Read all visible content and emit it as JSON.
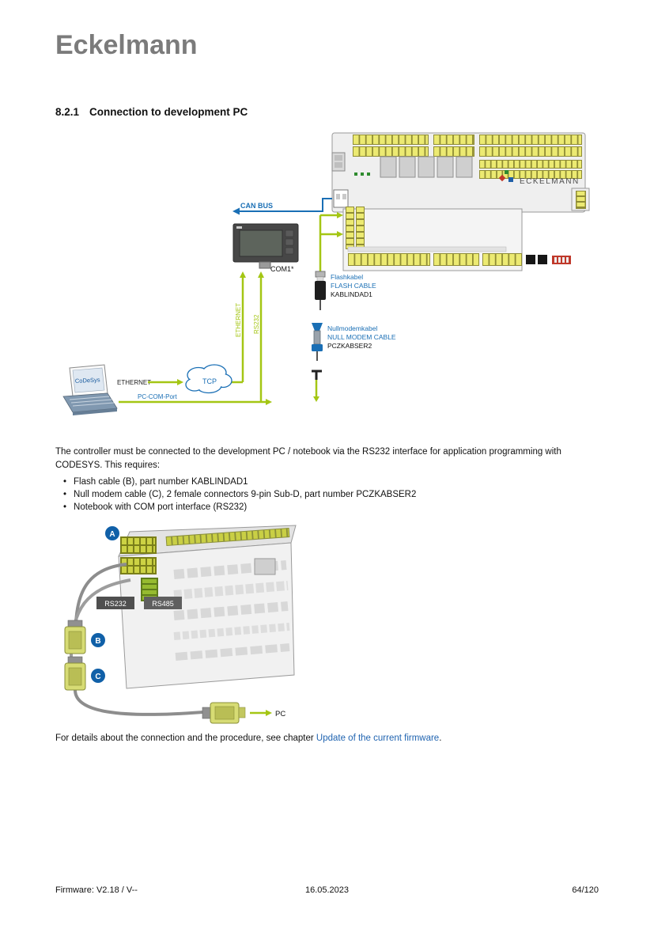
{
  "header": {
    "logo": "Eckelmann"
  },
  "section": {
    "number": "8.2.1",
    "title": "Connection to development PC"
  },
  "diagram1": {
    "board_brand": "ECKELMANN",
    "can_bus_label": "CAN BUS",
    "com1_label": "COM1*",
    "flash_cable": {
      "name_de": "Flashkabel",
      "name_en": "FLASH CABLE",
      "part_number": "KABLINDAD1"
    },
    "null_modem_cable": {
      "name_de": "Nullmodemkabel",
      "name_en": "NULL MODEM CABLE",
      "part_number": "PCZKABSER2"
    },
    "ethernet_riser_label": "ETHERNET",
    "rs232_riser_label": "RS232",
    "laptop_screen_label": "CoDeSys",
    "ethernet_link_label": "ETHERNET",
    "tcp_label": "TCP",
    "pc_com_port_label": "PC-COM-Port"
  },
  "body": {
    "intro": "The controller must be connected to the development PC / notebook via the RS232 interface for application programming with CODESYS. This requires:",
    "bullets": [
      "Flash cable (B), part number KABLINDAD1",
      "Null modem cable (C), 2 female connectors 9-pin Sub-D, part number PCZKABSER2",
      "Notebook with COM port interface (RS232)"
    ],
    "details_prefix": "For details about the connection and the procedure, see chapter ",
    "details_link": "Update of the current firmware",
    "details_suffix": "."
  },
  "diagram2": {
    "badge_a": "A",
    "badge_b": "B",
    "badge_c": "C",
    "rs232_label": "RS232",
    "rs485_label": "RS485",
    "pc_label": "PC"
  },
  "footer": {
    "firmware": "Firmware: V2.18 / V--",
    "date": "16.05.2023",
    "page": "64/120"
  },
  "colors": {
    "accent_green": "#a4c614",
    "accent_blue": "#1a6fb5",
    "link_blue": "#1f63b0",
    "terminal_yellow": "#ecea72",
    "badge_blue": "#1060a8"
  }
}
